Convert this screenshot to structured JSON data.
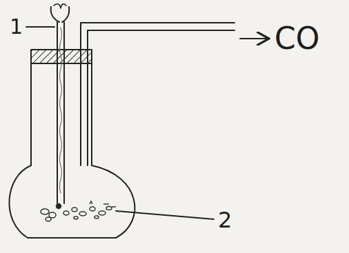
{
  "diagram": {
    "labels": [
      "1",
      "2",
      "CO"
    ]
  }
}
